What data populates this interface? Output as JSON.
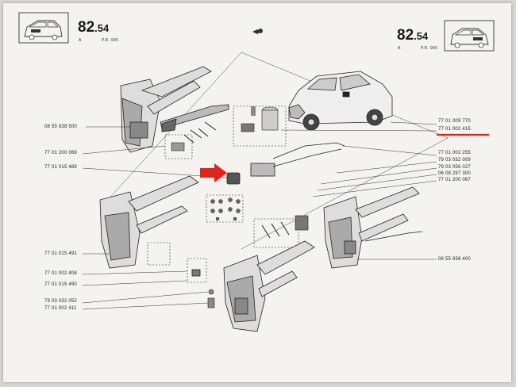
{
  "header": {
    "left_code": "82",
    "left_code_minor": ".54",
    "left_sub_a": "A",
    "left_sub_ref": "P.R. 995",
    "right_code": "82",
    "right_code_minor": ".54",
    "right_sub_a": "A",
    "right_sub_ref": "P.R. 995"
  },
  "labels_left": [
    "08 55 938 500",
    "77 01 200 068",
    "77 01 015 489",
    "77 01 015 491",
    "77 01 002 408",
    "77 01 015 490",
    "79 03 032 052",
    "77 01 002 411"
  ],
  "labels_right": [
    "77 01 009 770",
    "77 01 002 415",
    "77 01 002 255",
    "79 03 032 009",
    "79 03 056 027",
    "06 08 297 300",
    "77 01 200 067",
    "08 55 938 400"
  ],
  "highlight": {
    "underline_color": "#e0261c",
    "arrow_color": "#e0261c",
    "line_color": "#2a2a2a"
  }
}
